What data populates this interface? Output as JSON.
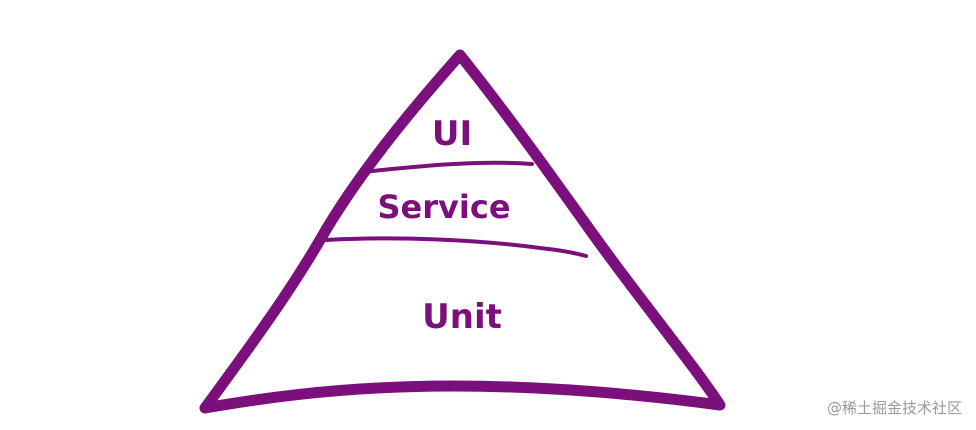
{
  "diagram": {
    "layers": [
      {
        "label": "UI"
      },
      {
        "label": "Service"
      },
      {
        "label": "Unit"
      }
    ],
    "colors": {
      "stroke": "#7b0f7b",
      "text": "#7b0f7b",
      "background": "#ffffff"
    }
  },
  "watermark": {
    "text": "@稀土掘金技术社区"
  }
}
